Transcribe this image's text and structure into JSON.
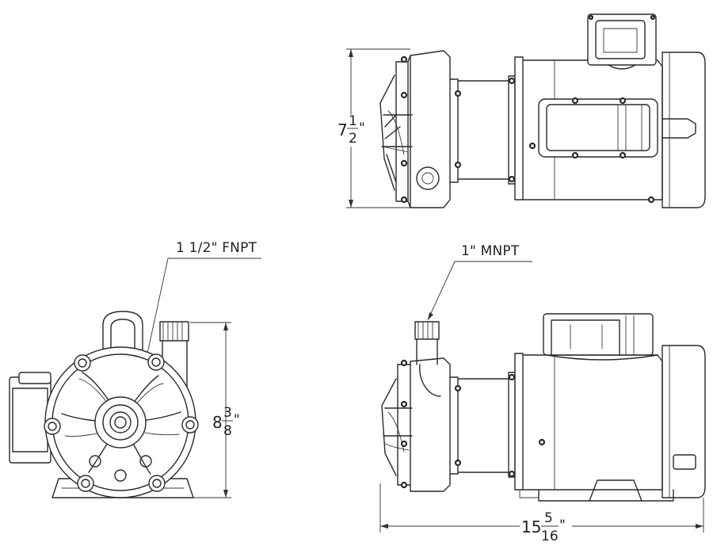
{
  "callouts": {
    "inlet": "1 1/2\" FNPT",
    "outlet": "1\" MNPT"
  },
  "dimensions": {
    "height_top_view": {
      "whole": "7",
      "numerator": "1",
      "denominator": "2",
      "unit": "\""
    },
    "height_front_view": {
      "whole": "8",
      "numerator": "3",
      "denominator": "8",
      "unit": "\""
    },
    "length_side_view": {
      "whole": "15",
      "numerator": "5",
      "denominator": "16",
      "unit": "\""
    }
  }
}
